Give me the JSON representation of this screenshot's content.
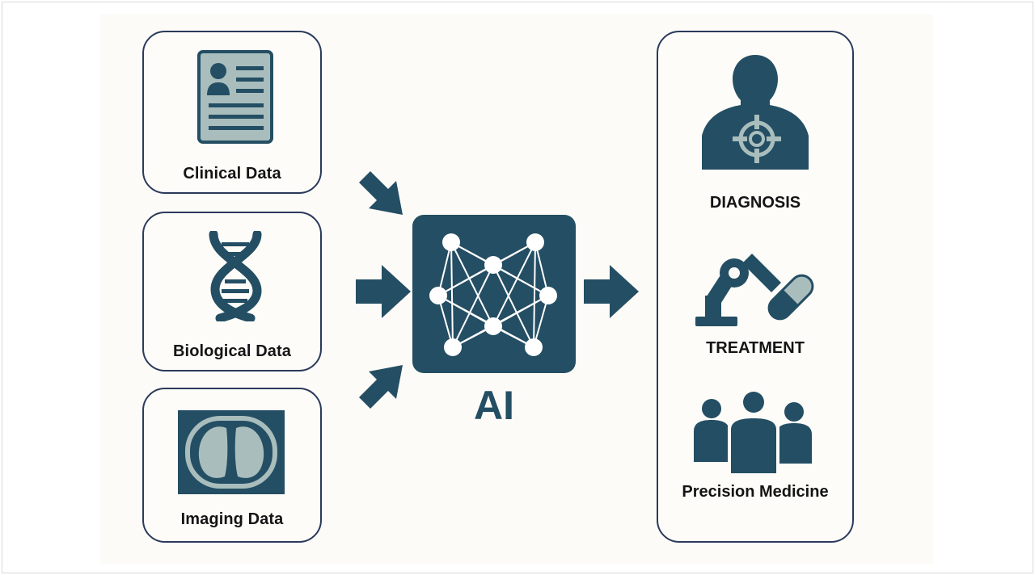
{
  "inputs": {
    "clinical": {
      "label": "Clinical Data",
      "icon": "clinical-record-icon"
    },
    "biological": {
      "label": "Biological Data",
      "icon": "dna-icon"
    },
    "imaging": {
      "label": "Imaging Data",
      "icon": "lung-xray-icon"
    }
  },
  "center": {
    "label": "AI",
    "icon": "neural-network-icon"
  },
  "outputs": {
    "diagnosis": {
      "label": "DIAGNOSIS",
      "icon": "patient-target-icon"
    },
    "treatment": {
      "label": "TREATMENT",
      "icon": "robot-arm-pill-icon"
    },
    "precision": {
      "label": "Precision Medicine",
      "icon": "people-group-icon"
    }
  },
  "colors": {
    "primary": "#244e63",
    "border": "#2b3a5c",
    "light": "#a9bdbd",
    "background": "#fcfbf7"
  }
}
